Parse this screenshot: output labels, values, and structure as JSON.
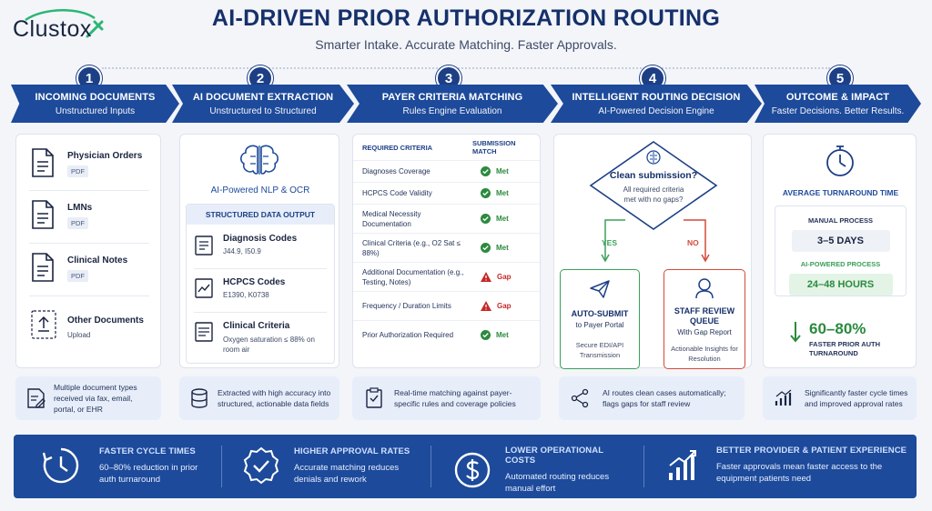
{
  "brand": {
    "logo_text": "Clustox",
    "accent": "#2bb673"
  },
  "header": {
    "title": "AI-DRIVEN PRIOR AUTHORIZATION ROUTING",
    "subtitle": "Smarter Intake. Accurate Matching. Faster Approvals."
  },
  "colors": {
    "primary": "#1d4a9a",
    "dark": "#16306a",
    "met": "#2b8a3e",
    "gap": "#c62828",
    "auto": "#3aa05a",
    "review": "#d44a3a"
  },
  "steps": [
    {
      "num": "1",
      "title": "INCOMING DOCUMENTS",
      "sub": "Unstructured Inputs"
    },
    {
      "num": "2",
      "title": "AI DOCUMENT EXTRACTION",
      "sub": "Unstructured to Structured"
    },
    {
      "num": "3",
      "title": "PAYER CRITERIA MATCHING",
      "sub": "Rules Engine Evaluation"
    },
    {
      "num": "4",
      "title": "INTELLIGENT ROUTING DECISION",
      "sub": "AI-Powered Decision Engine"
    },
    {
      "num": "5",
      "title": "OUTCOME & IMPACT",
      "sub": "Faster Decisions. Better Results."
    }
  ],
  "incoming": {
    "docs": [
      {
        "name": "Physician Orders",
        "tag": "PDF"
      },
      {
        "name": "LMNs",
        "tag": "PDF"
      },
      {
        "name": "Clinical Notes",
        "tag": "PDF"
      }
    ],
    "other": {
      "name": "Other Documents",
      "sub": "Upload"
    },
    "info": "Multiple document types received via fax, email, portal, or EHR"
  },
  "extraction": {
    "engine": "AI-Powered NLP & OCR",
    "output_title": "STRUCTURED DATA OUTPUT",
    "items": [
      {
        "name": "Diagnosis Codes",
        "value": "J44.9, I50.9"
      },
      {
        "name": "HCPCS Codes",
        "value": "E1390, K0738"
      },
      {
        "name": "Clinical Criteria",
        "value": "Oxygen saturation ≤ 88% on room air"
      }
    ],
    "info": "Extracted with high accuracy into structured, actionable data fields"
  },
  "matching": {
    "col_criteria": "REQUIRED CRITERIA",
    "col_match": "SUBMISSION MATCH",
    "rows": [
      {
        "criteria": "Diagnoses Coverage",
        "status": "met",
        "label": "Met"
      },
      {
        "criteria": "HCPCS Code Validity",
        "status": "met",
        "label": "Met"
      },
      {
        "criteria": "Medical Necessity Documentation",
        "status": "met",
        "label": "Met"
      },
      {
        "criteria": "Clinical Criteria (e.g., O2 Sat ≤ 88%)",
        "status": "met",
        "label": "Met"
      },
      {
        "criteria": "Additional Documentation (e.g., Testing, Notes)",
        "status": "gap",
        "label": "Gap"
      },
      {
        "criteria": "Frequency / Duration Limits",
        "status": "gap",
        "label": "Gap"
      },
      {
        "criteria": "Prior Authorization Required",
        "status": "met",
        "label": "Met"
      }
    ],
    "info": "Real-time matching against payer-specific rules and coverage policies"
  },
  "routing": {
    "question": "Clean submission?",
    "question_sub": "All required criteria met with no gaps?",
    "yes": "YES",
    "no": "NO",
    "auto": {
      "title": "AUTO-SUBMIT",
      "sub": "to Payer Portal",
      "detail": "Secure EDI/API Transmission"
    },
    "review": {
      "title": "STAFF REVIEW QUEUE",
      "sub": "With Gap Report",
      "detail": "Actionable Insights for Resolution"
    },
    "info": "AI routes clean cases automatically; flags gaps for staff review"
  },
  "outcome": {
    "metric_title": "AVERAGE TURNAROUND TIME",
    "manual_label": "MANUAL PROCESS",
    "manual_value": "3–5 DAYS",
    "ai_label": "AI-POWERED PROCESS",
    "ai_value": "24–48 HOURS",
    "reduction": "60–80%",
    "reduction_label": "FASTER PRIOR AUTH TURNAROUND",
    "info": "Significantly faster cycle times and improved approval rates"
  },
  "banner": [
    {
      "icon": "clock-icon",
      "title": "FASTER CYCLE TIMES",
      "body": "60–80% reduction in prior auth turnaround"
    },
    {
      "icon": "badge-check-icon",
      "title": "HIGHER APPROVAL RATES",
      "body": "Accurate matching reduces denials and rework"
    },
    {
      "icon": "dollar-icon",
      "title": "LOWER OPERATIONAL COSTS",
      "body": "Automated routing reduces manual effort"
    },
    {
      "icon": "growth-chart-icon",
      "title": "BETTER PROVIDER & PATIENT EXPERIENCE",
      "body": "Faster approvals mean faster access to the equipment patients need"
    }
  ]
}
